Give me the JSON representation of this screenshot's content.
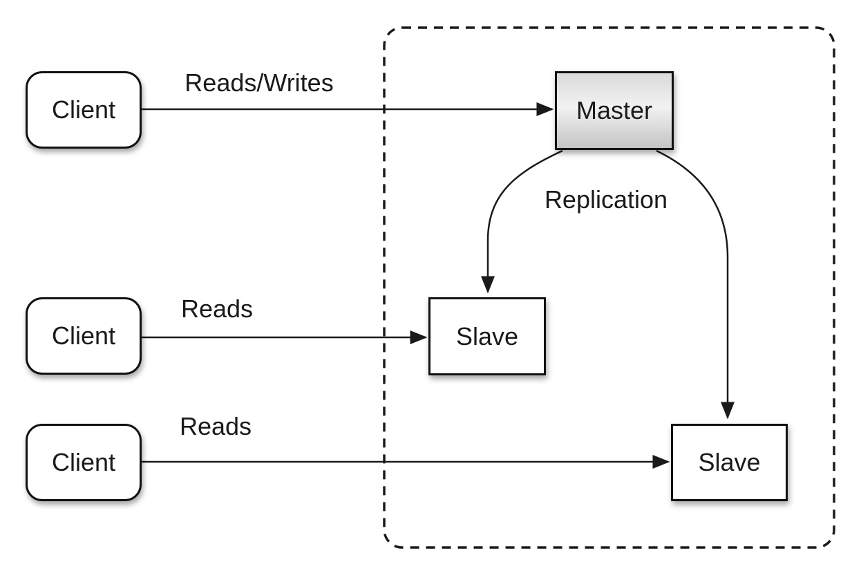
{
  "nodes": {
    "clients": [
      {
        "label": "Client"
      },
      {
        "label": "Client"
      },
      {
        "label": "Client"
      }
    ],
    "master": {
      "label": "Master"
    },
    "slaves": [
      {
        "label": "Slave"
      },
      {
        "label": "Slave"
      }
    ]
  },
  "edges": {
    "client0_master": {
      "label": "Reads/Writes"
    },
    "client1_slave0": {
      "label": "Reads"
    },
    "client2_slave1": {
      "label": "Reads"
    },
    "master_slaves": {
      "label": "Replication"
    }
  },
  "colors": {
    "background": "#ffffff",
    "stroke": "#1a1a1a",
    "master_gradient_top": "#d9d9d9",
    "master_gradient_mid": "#f2f2f2",
    "master_gradient_bottom": "#c4c4c4",
    "node_fill": "#ffffff"
  }
}
